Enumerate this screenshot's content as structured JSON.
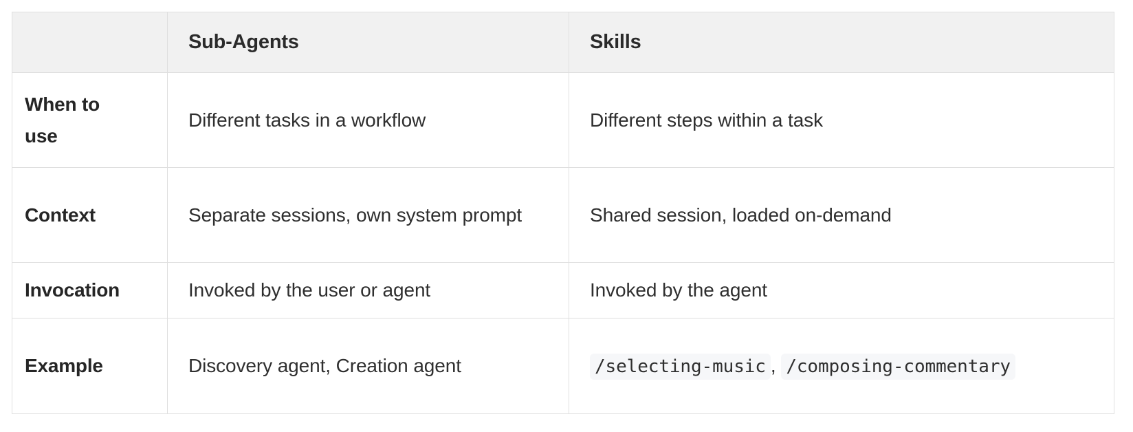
{
  "table": {
    "columns": [
      {
        "key": "attribute",
        "label": ""
      },
      {
        "key": "sub_agents",
        "label": "Sub-Agents"
      },
      {
        "key": "skills",
        "label": "Skills"
      }
    ],
    "rows": [
      {
        "label": "When to use",
        "sub_agents": "Different tasks in a workflow",
        "skills": "Different steps within a task",
        "skills_is_code": false
      },
      {
        "label": "Context",
        "sub_agents": "Separate sessions, own system prompt",
        "skills": "Shared session, loaded on-demand",
        "skills_is_code": false
      },
      {
        "label": "Invocation",
        "sub_agents": "Invoked by the user or agent",
        "skills": "Invoked by the agent",
        "skills_is_code": false
      },
      {
        "label": "Example",
        "sub_agents": "Discovery agent, Creation agent",
        "skills": "/selecting-music, /composing-commentary",
        "skills_is_code": true,
        "skills_code_items": [
          "/selecting-music",
          "/composing-commentary"
        ],
        "skills_code_separator": ","
      }
    ]
  },
  "style": {
    "header_bg": "#f1f1f1",
    "border_color": "#dfdfdf",
    "text_color": "#2f2f2f",
    "code_bg": "#f6f7f9",
    "page_bg": "#ffffff"
  }
}
